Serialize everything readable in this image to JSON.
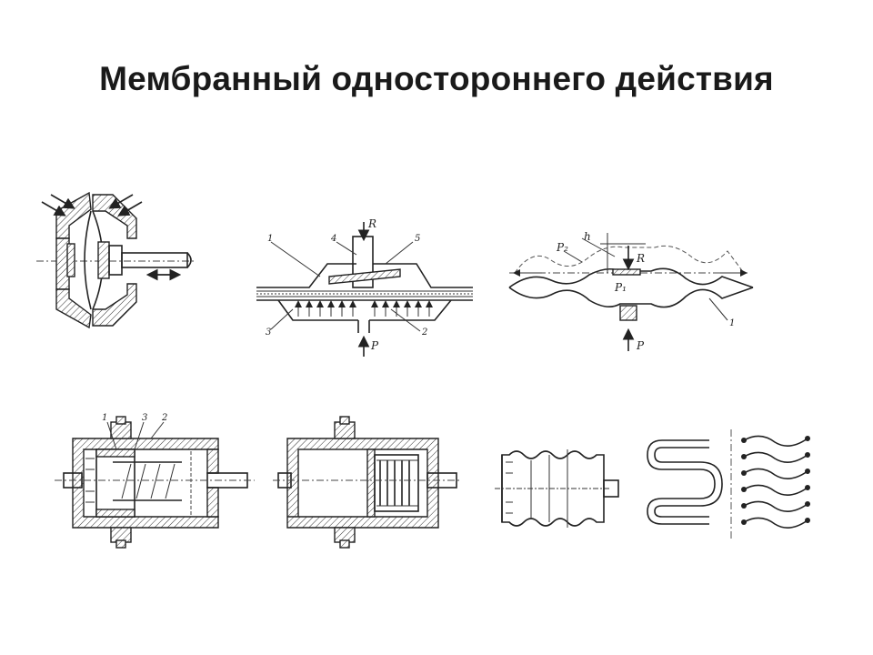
{
  "slide": {
    "title": "Мембранный одностороннего действия"
  },
  "diagrams": {
    "flat_membrane": {
      "labels": [
        "1",
        "4",
        "R",
        "5",
        "3",
        "2",
        "P"
      ]
    },
    "corrugated_membrane": {
      "labels": [
        "h",
        "P₂",
        "R",
        "P₁",
        "1",
        "P"
      ]
    },
    "piston_cylinder": {
      "labels": [
        "1",
        "3",
        "2"
      ]
    }
  }
}
